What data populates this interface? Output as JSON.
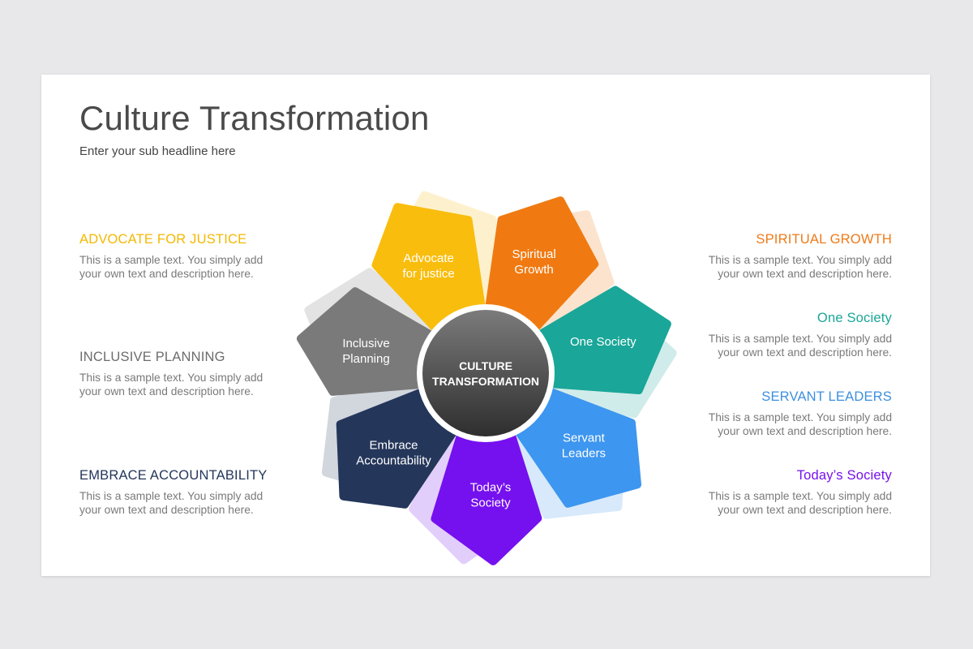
{
  "title": "Culture Transformation",
  "subtitle": "Enter your sub headline here",
  "center_label": [
    "CULTURE",
    "TRANSFORMATION"
  ],
  "petals": [
    {
      "id": "advocate",
      "lines": [
        "Advocate",
        "for justice"
      ],
      "color": "#f9bd0d"
    },
    {
      "id": "spiritual",
      "lines": [
        "Spiritual",
        "Growth"
      ],
      "color": "#f07a11"
    },
    {
      "id": "one-society",
      "lines": [
        "One Society"
      ],
      "color": "#1aa698"
    },
    {
      "id": "servant",
      "lines": [
        "Servant",
        "Leaders"
      ],
      "color": "#3d96ef"
    },
    {
      "id": "todays",
      "lines": [
        "Today’s",
        "Society"
      ],
      "color": "#7510ee"
    },
    {
      "id": "embrace",
      "lines": [
        "Embrace",
        "Accountability"
      ],
      "color": "#24365a"
    },
    {
      "id": "inclusive",
      "lines": [
        "Inclusive",
        "Planning"
      ],
      "color": "#7a7a7a"
    }
  ],
  "left_items": [
    {
      "heading": "ADVOCATE FOR JUSTICE",
      "color": "#f4b800",
      "body": [
        "This is a sample text. You simply add",
        "your own text and description here."
      ]
    },
    {
      "heading": "INCLUSIVE PLANNING",
      "color": "#6c6c6c",
      "body": [
        "This is a sample text. You simply add",
        "your own text and description here."
      ]
    },
    {
      "heading": "EMBRACE ACCOUNTABILITY",
      "color": "#24365a",
      "body": [
        "This is a sample text. You simply add",
        "your own text and description here."
      ]
    }
  ],
  "right_items": [
    {
      "heading": "SPIRITUAL GROWTH",
      "color": "#ee7a18",
      "body": [
        "This is a sample text. You simply add",
        "your own text and description here."
      ]
    },
    {
      "heading": "One Society",
      "color": "#1aa698",
      "body": [
        "This is a sample text. You simply add",
        "your own text and description here."
      ]
    },
    {
      "heading": "SERVANT LEADERS",
      "color": "#3d8fe0",
      "body": [
        "This is a sample text. You simply add",
        "your own text and description here."
      ]
    },
    {
      "heading": "Today’s Society",
      "color": "#7510ee",
      "body": [
        "This is a sample text. You simply add",
        "your own text and description here."
      ]
    }
  ]
}
